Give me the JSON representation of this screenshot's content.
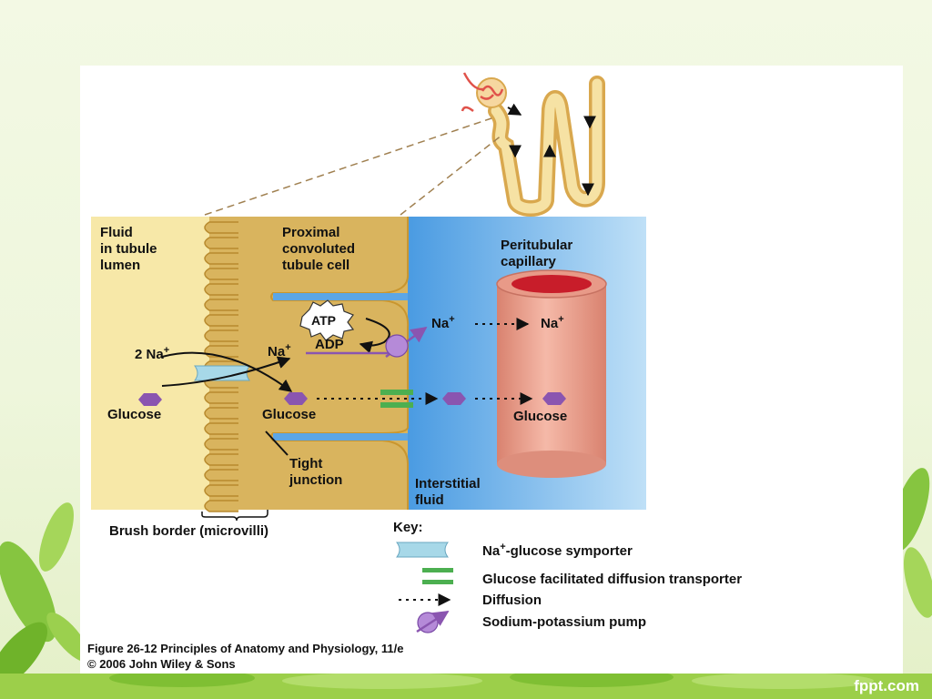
{
  "labels": {
    "fluid_lumen": [
      "Fluid",
      "in tubule",
      "lumen"
    ],
    "proximal_cell": [
      "Proximal",
      "convoluted",
      "tubule cell"
    ],
    "peritubular": [
      "Peritubular",
      "capillary"
    ],
    "atp": "ATP",
    "adp": "ADP",
    "two_na": "2 Na",
    "na": "Na",
    "na_plus": "+",
    "glucose": "Glucose",
    "tight_junction": [
      "Tight",
      "junction"
    ],
    "interstitial": [
      "Interstitial",
      "fluid"
    ],
    "brush_border": "Brush border (microvilli)"
  },
  "key": {
    "title": "Key:",
    "symporter_prefix": "Na",
    "symporter_suffix": "-glucose symporter",
    "facilitated": "Glucose facilitated diffusion transporter",
    "diffusion": "Diffusion",
    "pump": "Sodium-potassium pump"
  },
  "caption": {
    "line1": "Figure 26-12  Principles of Anatomy and Physiology, 11/e",
    "line2": "© 2006 John Wiley & Sons"
  },
  "watermark": "fppt.com",
  "colors": {
    "lumen": "#f7e8a8",
    "cell": "#d9b45e",
    "interstitial": "#5ca6e6",
    "capillary": "#e69a8a",
    "glucose": "#8a55b0",
    "symporter": "#a7d8e8",
    "facilitated": "#4caf50",
    "pump": "#9a6ac8",
    "leaf": "#8cc63f"
  }
}
